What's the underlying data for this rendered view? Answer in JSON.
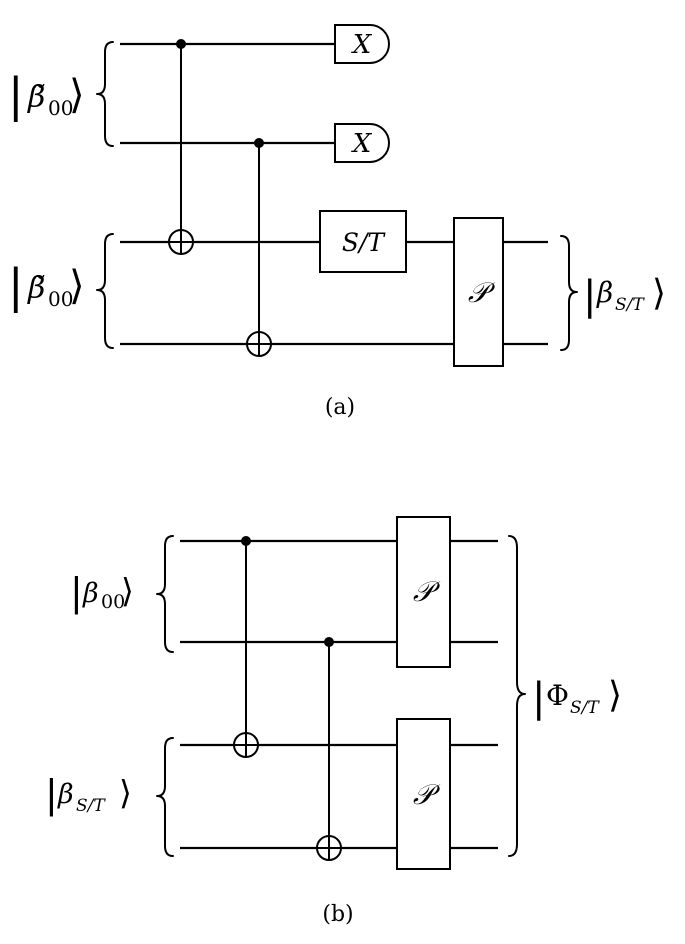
{
  "panel_a": {
    "caption": "(a)",
    "input_state_top": {
      "sym": "β̃",
      "sub": "00"
    },
    "input_state_bottom": {
      "sym": "β̃",
      "sub": "00"
    },
    "measure_label_1": "X",
    "measure_label_2": "X",
    "gate_st": "S/T",
    "gate_p": "𝒫",
    "output_state": {
      "sym": "β",
      "sub": "S/T"
    }
  },
  "panel_b": {
    "caption": "(b)",
    "input_state_top": {
      "sym": "β",
      "sub": "00"
    },
    "input_state_bottom": {
      "sym": "β",
      "sub": "S/T"
    },
    "gate_p_top": "𝒫",
    "gate_p_bottom": "𝒫",
    "output_state": {
      "sym": "Φ",
      "sub": "S/T"
    }
  }
}
